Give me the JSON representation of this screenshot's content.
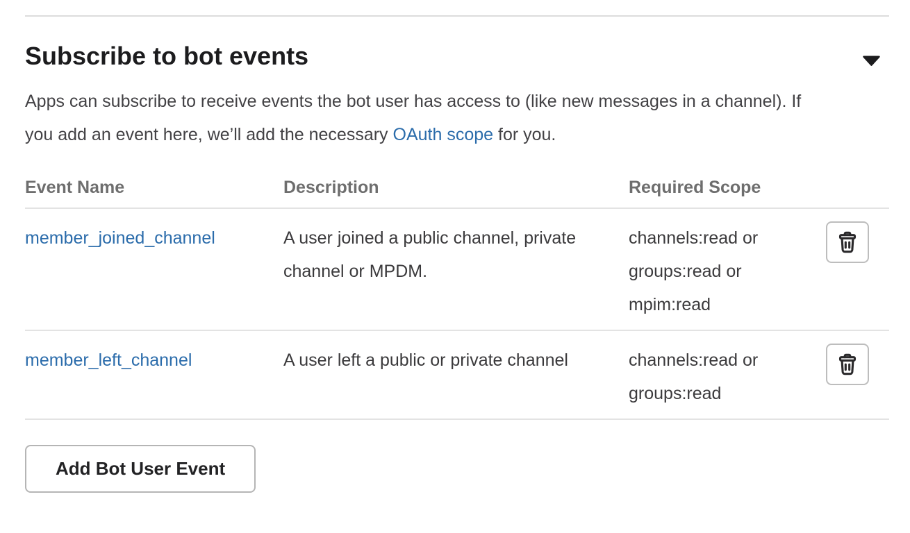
{
  "section": {
    "title": "Subscribe to bot events",
    "collapse_icon": "chevron-down-icon",
    "description": {
      "before_link": "Apps can subscribe to receive events the bot user has access to (like new messages in a channel). If you add an event here, we’ll add the necessary ",
      "link_text": "OAuth scope",
      "after_link": " for you."
    }
  },
  "table": {
    "columns": [
      "Event Name",
      "Description",
      "Required Scope"
    ],
    "rows": [
      {
        "event_name": "member_joined_channel",
        "description": "A user joined a public channel, private channel or MPDM.",
        "required_scope": "channels:read or groups:read or mpim:read",
        "delete_icon": "trash-icon"
      },
      {
        "event_name": "member_left_channel",
        "description": "A user left a public or private channel",
        "required_scope": "channels:read or groups:read",
        "delete_icon": "trash-icon"
      }
    ]
  },
  "actions": {
    "add_button_label": "Add Bot User Event"
  },
  "colors": {
    "link_blue": "#2b6cab",
    "heading_text": "#1c1c1e",
    "muted_header": "#6e6e6e",
    "divider": "#e3e3e3",
    "icon_dark": "#29282a"
  }
}
